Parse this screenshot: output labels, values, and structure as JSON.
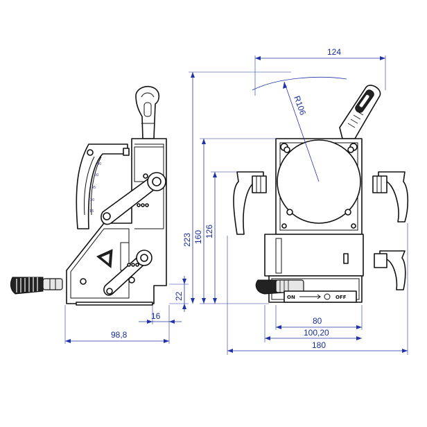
{
  "dimensions": {
    "side_width": "98,8",
    "side_offset": "16",
    "side_height_small": "22",
    "height_total": "223",
    "height_body": "160",
    "height_column": "126",
    "front_inner": "80",
    "front_mid": "100,20",
    "front_total": "180",
    "lever_sweep": "124",
    "lever_radius": "R106"
  },
  "switch_label": {
    "on": "ON",
    "off": "OFF"
  }
}
